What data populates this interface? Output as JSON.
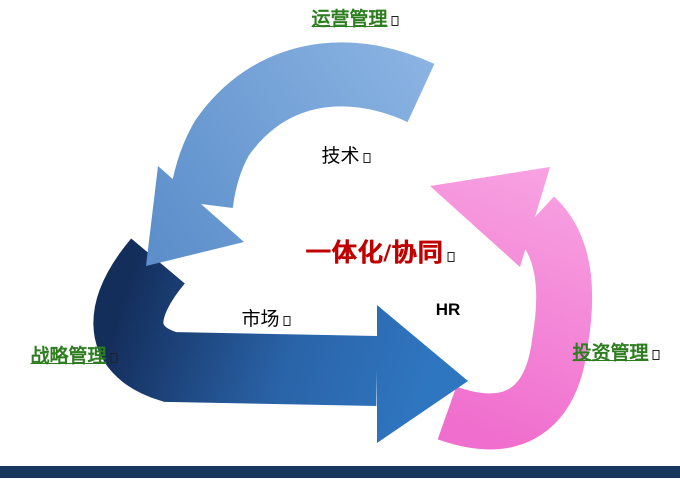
{
  "page": {
    "background": "#ffffff"
  },
  "diagram": {
    "center_label": "一体化/协同",
    "top_label": "运营管理",
    "bottom_left_label": "战略管理",
    "bottom_right_label": "投资管理",
    "inner_top_label": "技术",
    "inner_left_label": "市场",
    "inner_right_label": "HR"
  },
  "colors": {
    "page_bg": "#ffffff",
    "green_label": "#2E7D20",
    "center_red": "#C00000",
    "inner_text": "#000000",
    "light_blue_1": "#8AB3E2",
    "light_blue_2": "#5D8FCB",
    "navy_dark": "#142E5C",
    "mid_blue": "#2A63A8",
    "bright_blue": "#2F76C0",
    "pink_1": "#F8A3E2",
    "pink_2": "#F06FCE",
    "footer_bar": "#17375D",
    "marker_outline": "#222222"
  }
}
